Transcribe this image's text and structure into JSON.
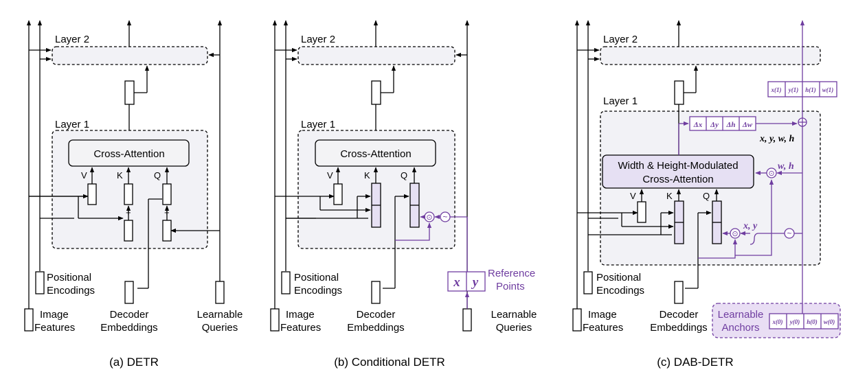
{
  "colors": {
    "line": "#000000",
    "purple": "#6f3da0",
    "layer_fill": "#f2f2f6",
    "block_fill": "#e6e0f3",
    "cross_fill": "#f3f3f5",
    "dab_cross_fill": "#e6e0f3",
    "anchor_fill": "#e9def4"
  },
  "common": {
    "layer2": "Layer 2",
    "layer1": "Layer 1",
    "v": "V",
    "k": "K",
    "q": "Q",
    "plus": "+",
    "positional_1": "Positional",
    "positional_2": "Encodings",
    "image_1": "Image",
    "image_2": "Features",
    "decoder_1": "Decoder",
    "decoder_2": "Embeddings",
    "queries_1": "Learnable",
    "queries_2": "Queries"
  },
  "detr": {
    "caption": "(a) DETR",
    "cross_attention": "Cross-Attention"
  },
  "conditional": {
    "caption": "(b) Conditional DETR",
    "cross_attention": "Cross-Attention",
    "ref_x": "x",
    "ref_y": "y",
    "reference_1": "Reference",
    "reference_2": "Points",
    "mult": "⊙",
    "sine": "~"
  },
  "dab": {
    "caption": "(c) DAB-DETR",
    "cross_1": "Width & Height-Modulated",
    "cross_2": "Cross-Attention",
    "deltas": [
      "Δx",
      "Δy",
      "Δh",
      "Δw"
    ],
    "layer1_coords": [
      "x(1)",
      "y(1)",
      "h(1)",
      "w(1)"
    ],
    "anchor_coords": [
      "x(0)",
      "y(0)",
      "h(0)",
      "w(0)"
    ],
    "xywh": "x, y, w, h",
    "wh": "w, h",
    "xy": "x, y",
    "anchors_1": "Learnable",
    "anchors_2": "Anchors",
    "mult": "⊙",
    "sine": "~",
    "plus": "⊕"
  }
}
